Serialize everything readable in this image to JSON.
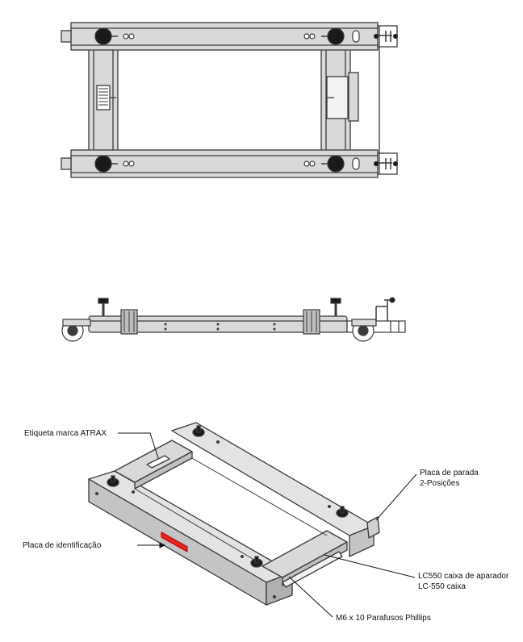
{
  "callouts": {
    "brand_label": "Etiqueta marca ATRAX",
    "id_plate": "Placa de identificação",
    "stop_plate_line1": "Placa de parada",
    "stop_plate_line2": "2-Posições",
    "trimmer_box_line1": "LC550 caixa de aparador",
    "trimmer_box_line2": "LC-550  caixa",
    "screws": "M6 x 10 Parafusos Phillips"
  },
  "colors": {
    "frame_fill": "#d9d9d9",
    "frame_stroke": "#3a3a3a",
    "foot_fill": "#1a1a1a",
    "id_plate_red": "#e8251f",
    "ink": "#111111"
  }
}
